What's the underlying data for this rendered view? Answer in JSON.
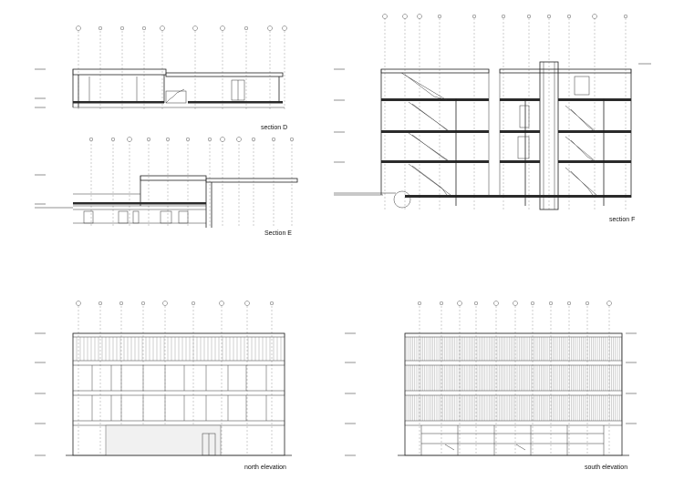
{
  "drawings": {
    "section_d": {
      "title": "section D"
    },
    "section_e": {
      "title": "Section E"
    },
    "section_f": {
      "title": "section F"
    },
    "north_elevation": {
      "title": "north elevation"
    },
    "south_elevation": {
      "title": "south elevation"
    }
  },
  "colors": {
    "line": "#222222",
    "axis": "#9a9a9a",
    "slab": "#2a2a2a",
    "background": "#ffffff"
  }
}
